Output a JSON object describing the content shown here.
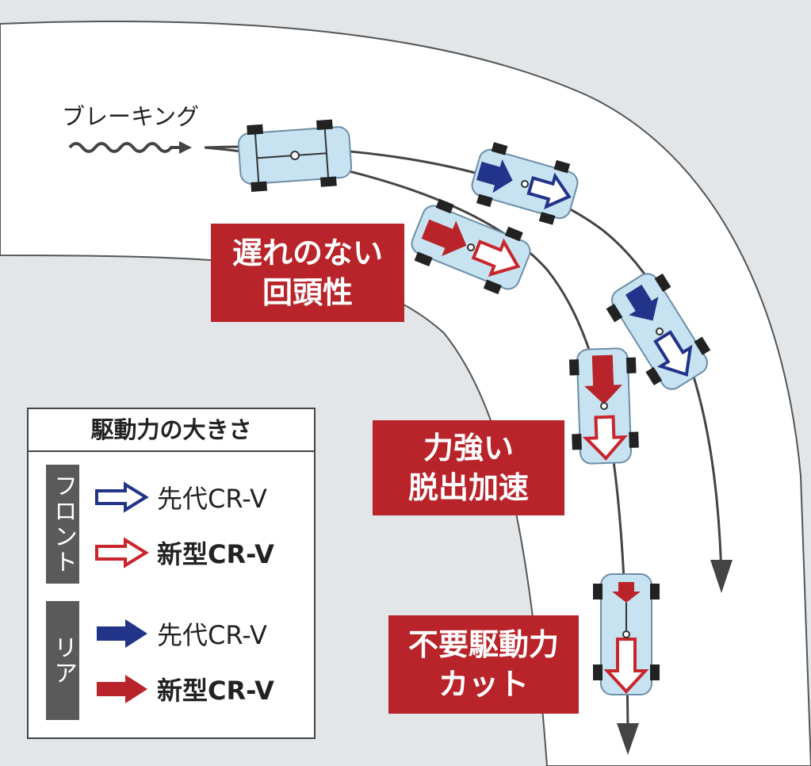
{
  "labels": {
    "braking": "ブレーキング",
    "callout1": [
      "遅れのない",
      "回頭性"
    ],
    "callout2": [
      "力強い",
      "脱出加速"
    ],
    "callout3": [
      "不要駆動力",
      "カット"
    ]
  },
  "legend": {
    "title": "駆動力の大きさ",
    "groups": [
      {
        "name": "フロント",
        "items": [
          {
            "label": "先代CR-V",
            "style": "outline",
            "color": "#22338a",
            "bold": false
          },
          {
            "label": "新型CR-V",
            "style": "outline",
            "color": "#c8262c",
            "bold": true
          }
        ]
      },
      {
        "name": "リア",
        "items": [
          {
            "label": "先代CR-V",
            "style": "filled",
            "color": "#22338a",
            "bold": false
          },
          {
            "label": "新型CR-V",
            "style": "filled",
            "color": "#b8242a",
            "bold": true
          }
        ]
      }
    ]
  },
  "colors": {
    "road": "#ffffff",
    "ground": "#e3e6e8",
    "car_body": "#c7e3f2",
    "car_outline": "#6c8ea8",
    "callout_bg": "#b8242a",
    "path": "#444444",
    "prev_blue": "#22338a",
    "new_red": "#c8262c"
  }
}
